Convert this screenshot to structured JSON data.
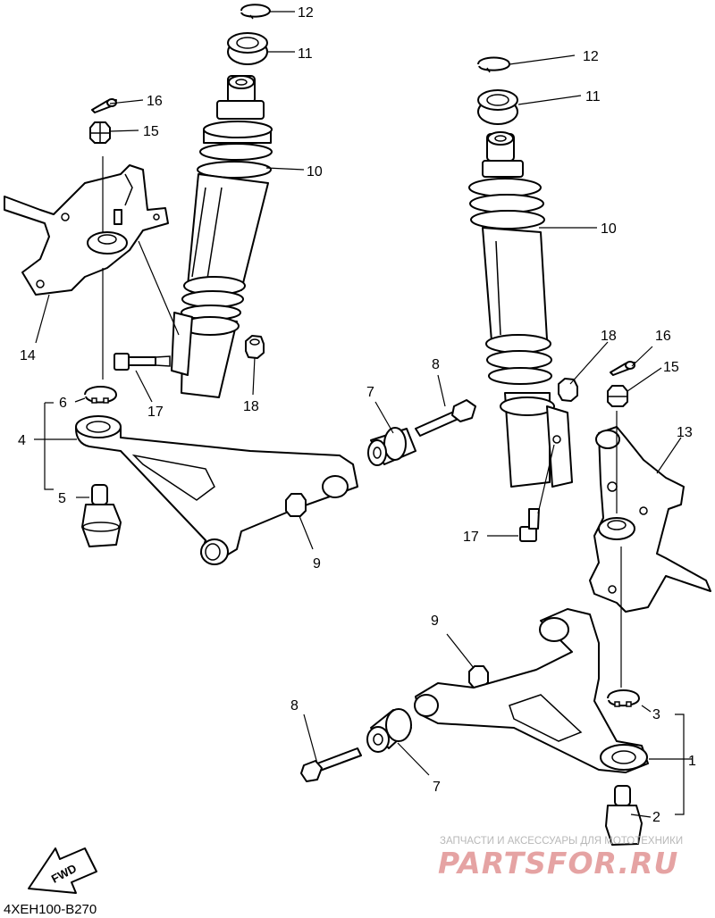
{
  "callouts": [
    {
      "id": "n1",
      "text": "1"
    },
    {
      "id": "n2",
      "text": "2"
    },
    {
      "id": "n3",
      "text": "3"
    },
    {
      "id": "n4",
      "text": "4"
    },
    {
      "id": "n5",
      "text": "5"
    },
    {
      "id": "n6",
      "text": "6"
    },
    {
      "id": "n7a",
      "text": "7"
    },
    {
      "id": "n7b",
      "text": "7"
    },
    {
      "id": "n8a",
      "text": "8"
    },
    {
      "id": "n8b",
      "text": "8"
    },
    {
      "id": "n9a",
      "text": "9"
    },
    {
      "id": "n9b",
      "text": "9"
    },
    {
      "id": "n10a",
      "text": "10"
    },
    {
      "id": "n10b",
      "text": "10"
    },
    {
      "id": "n11a",
      "text": "11"
    },
    {
      "id": "n11b",
      "text": "11"
    },
    {
      "id": "n12a",
      "text": "12"
    },
    {
      "id": "n12b",
      "text": "12"
    },
    {
      "id": "n13",
      "text": "13"
    },
    {
      "id": "n14",
      "text": "14"
    },
    {
      "id": "n15a",
      "text": "15"
    },
    {
      "id": "n15b",
      "text": "15"
    },
    {
      "id": "n16a",
      "text": "16"
    },
    {
      "id": "n16b",
      "text": "16"
    },
    {
      "id": "n17a",
      "text": "17"
    },
    {
      "id": "n17b",
      "text": "17"
    },
    {
      "id": "n18a",
      "text": "18"
    },
    {
      "id": "n18b",
      "text": "18"
    }
  ],
  "diagram_code": "4XEH100-B270",
  "fwd_label": "FWD",
  "watermark": {
    "tagline": "ЗАПЧАСТИ И АКСЕССУАРЫ ДЛЯ МОТОТЕХНИКИ",
    "brand": "PARTSFOR.RU"
  }
}
